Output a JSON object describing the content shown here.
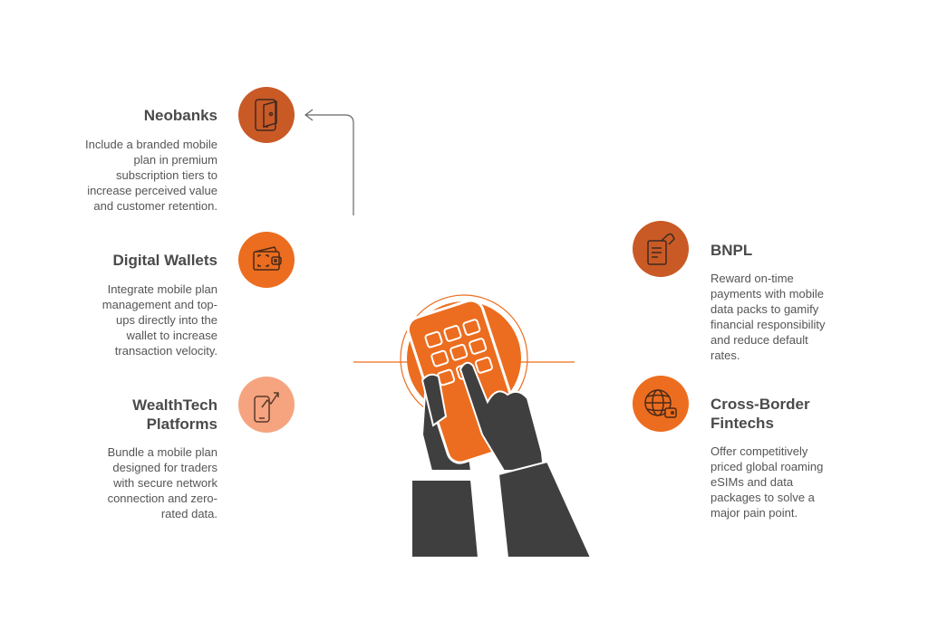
{
  "colors": {
    "dark_orange": "#c95a26",
    "orange": "#ec6d1f",
    "light_orange": "#f5a47f",
    "sleeve": "#3f3f3f",
    "text_title": "#4a4a4a",
    "text_body": "#555555"
  },
  "items": {
    "neobanks": {
      "title": "Neobanks",
      "desc": [
        "Include a branded mobile",
        "plan in premium",
        "subscription tiers to",
        "increase perceived value",
        "and customer retention."
      ],
      "icon": "mobile-wallet-icon"
    },
    "digital_wallets": {
      "title": "Digital Wallets",
      "desc": [
        "Integrate mobile plan",
        "management and top-",
        "ups directly into the",
        "wallet to increase",
        "transaction velocity."
      ],
      "icon": "wallet-icon"
    },
    "wealthtech": {
      "title_lines": [
        "WealthTech",
        "Platforms"
      ],
      "desc": [
        "Bundle a mobile plan",
        "designed for traders",
        "with secure network",
        "connection and zero-",
        "rated data."
      ],
      "icon": "phone-growth-icon"
    },
    "bnpl": {
      "title": "BNPL",
      "desc": [
        "Reward on-time",
        "payments with mobile",
        "data packs to gamify",
        "financial responsibility",
        "and reduce default",
        "rates."
      ],
      "icon": "invoice-hand-icon"
    },
    "cross_border": {
      "title_lines": [
        "Cross-Border",
        "Fintechs"
      ],
      "desc": [
        "Offer competitively",
        "priced global roaming",
        "eSIMs and data",
        "packages to solve a",
        "major pain point."
      ],
      "icon": "globe-wallet-icon"
    }
  }
}
